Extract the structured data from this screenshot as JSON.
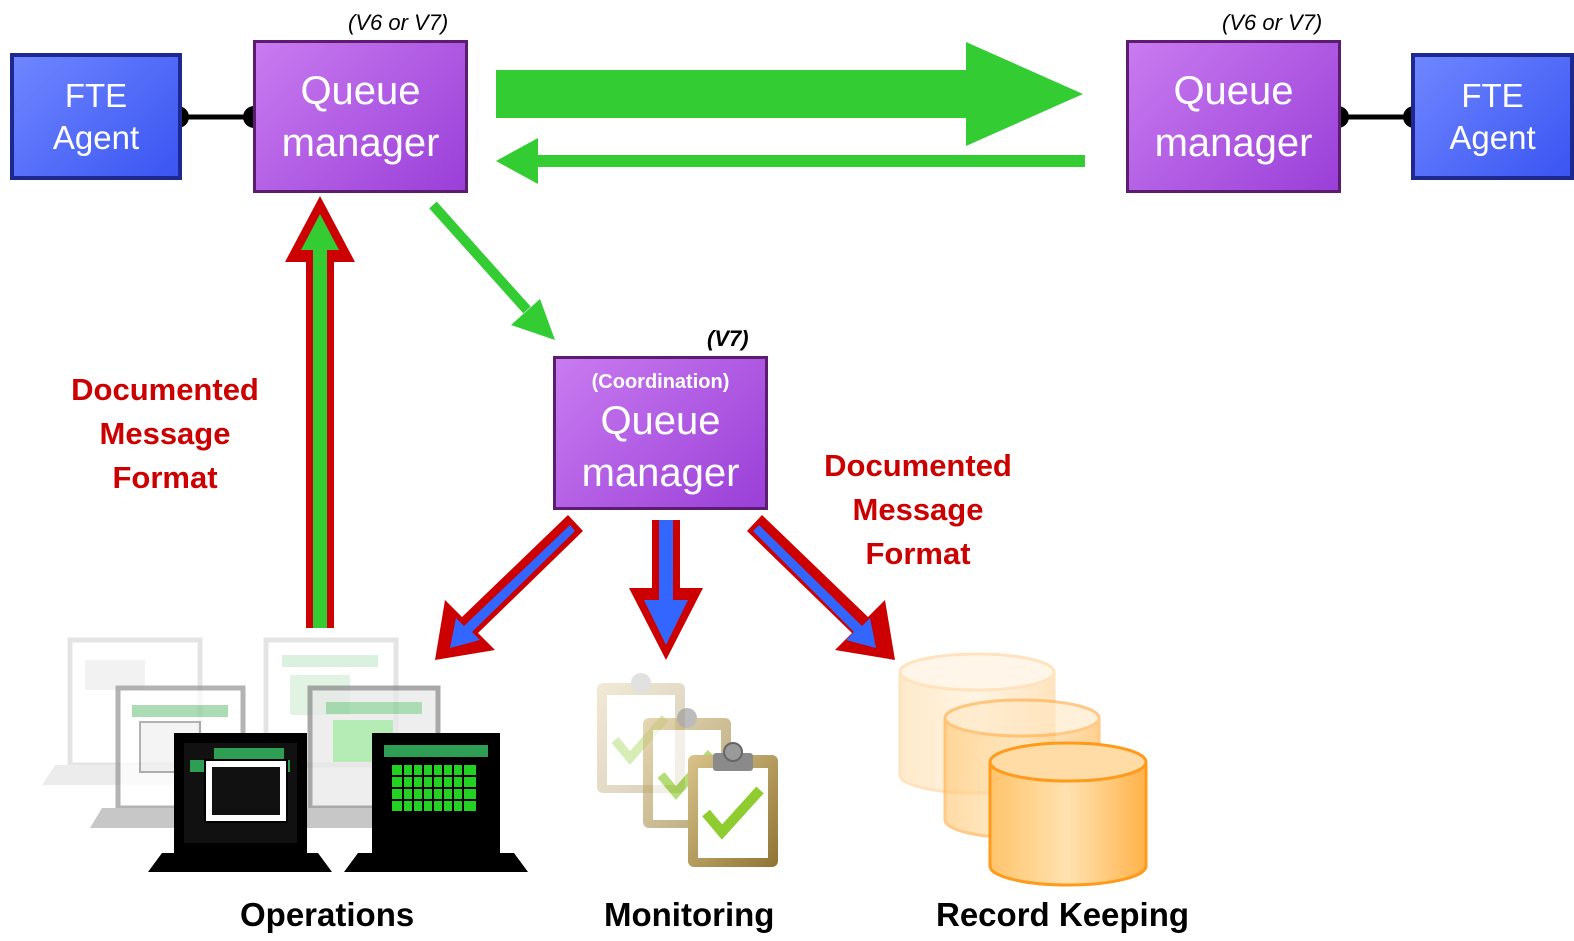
{
  "colors": {
    "agent_fill": "#4a64f5",
    "queue_manager_fill": "#b05ce6",
    "green_arrow": "#33cc33",
    "red_arrow": "#cc0000",
    "blue_arrow": "#3366ff",
    "label_red": "#cc0000"
  },
  "left": {
    "agent": {
      "line1": "FTE",
      "line2": "Agent"
    },
    "queue_manager": {
      "line1": "Queue",
      "line2": "manager",
      "version": "(V6 or V7)"
    }
  },
  "right": {
    "agent": {
      "line1": "FTE",
      "line2": "Agent"
    },
    "queue_manager": {
      "line1": "Queue",
      "line2": "manager",
      "version": "(V6 or V7)"
    }
  },
  "coordination": {
    "label": "(Coordination)",
    "line1": "Queue",
    "line2": "manager",
    "version": "(V7)"
  },
  "doc_format_left": {
    "line1": "Documented",
    "line2": "Message",
    "line3": "Format"
  },
  "doc_format_right": {
    "line1": "Documented",
    "line2": "Message",
    "line3": "Format"
  },
  "captions": {
    "operations": "Operations",
    "monitoring": "Monitoring",
    "record_keeping": "Record Keeping"
  },
  "icons": {
    "operations": "laptop-stack-icon",
    "monitoring": "clipboard-check-icon",
    "record_keeping": "database-cylinder-icon"
  }
}
